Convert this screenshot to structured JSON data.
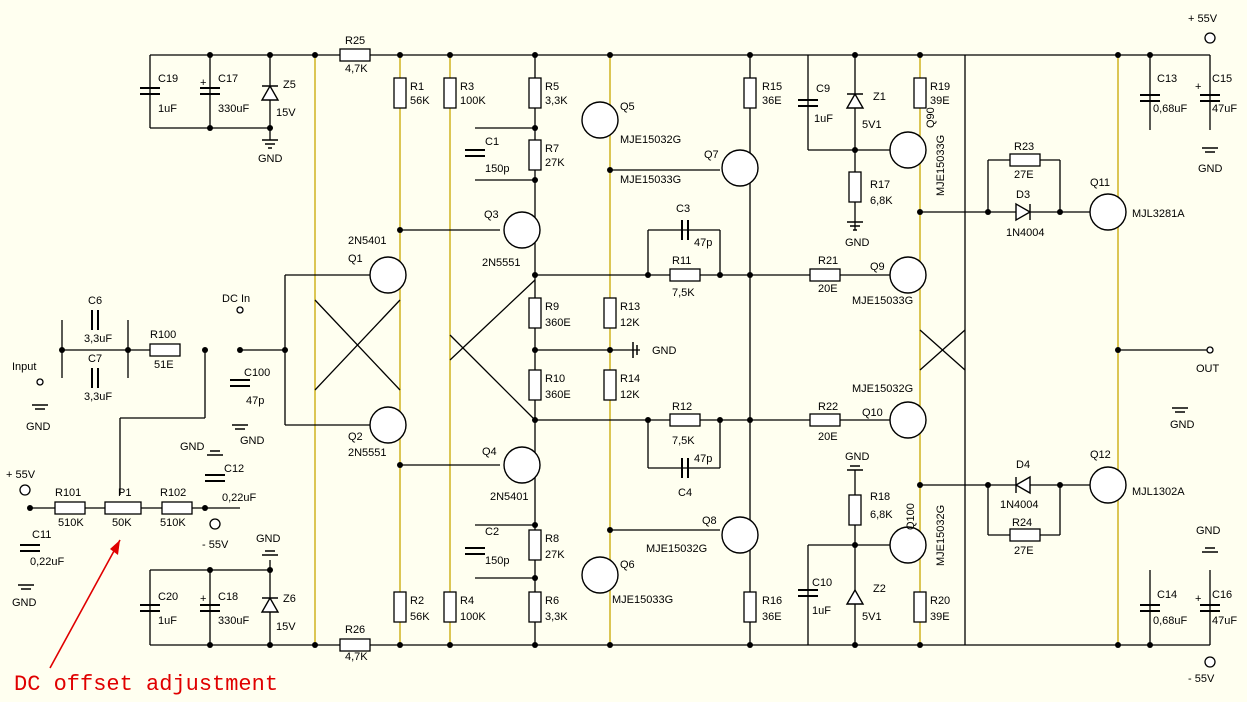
{
  "labels": {
    "R25": "R25",
    "R25v": "4,7K",
    "R26": "R26",
    "R26v": "4,7K",
    "C19": "C19",
    "C19v": "1uF",
    "C17": "C17",
    "C17v": "330uF",
    "Z5": "Z5",
    "Z5v": "15V",
    "gnd": "GND",
    "R1": "R1",
    "R1v": "56K",
    "R3": "R3",
    "R3v": "100K",
    "R5": "R5",
    "R5v": "3,3K",
    "Q5": "Q5",
    "Q5t": "MJE15032G",
    "C1": "C1",
    "C1v": "150p",
    "R7": "R7",
    "R7v": "27K",
    "Q7": "Q7",
    "Q7t": "MJE15033G",
    "R15": "R15",
    "R15v": "36E",
    "C9": "C9",
    "C9v": "1uF",
    "Z1": "Z1",
    "Z1v": "5V1",
    "Q90": "Q90",
    "Q90t": "MJE15033G",
    "R19": "R19",
    "R19v": "39E",
    "R17": "R17",
    "R17v": "6,8K",
    "R23": "R23",
    "R23v": "27E",
    "D3": "D3",
    "D3v": "1N4004",
    "Q11": "Q11",
    "Q11t": "MJL3281A",
    "C13": "C13",
    "C13v": "0,68uF",
    "C15": "C15",
    "C15v": "47uF",
    "p55": "+ 55V",
    "m55": "- 55V",
    "Q3": "Q3",
    "Q3t": "2N5551",
    "Q1t": "2N5401",
    "Q1": "Q1",
    "C3": "C3",
    "C3v": "47p",
    "R11": "R11",
    "R11v": "7,5K",
    "R21": "R21",
    "R21v": "20E",
    "Q9": "Q9",
    "Q9t": "MJE15033G",
    "C6": "C6",
    "C6v": "3,3uF",
    "C7": "C7",
    "C7v": "3,3uF",
    "R100": "R100",
    "R100v": "51E",
    "dcin": "DC In",
    "input": "Input",
    "C100": "C100",
    "C100v": "47p",
    "R9": "R9",
    "R9v": "360E",
    "R13": "R13",
    "R13v": "12K",
    "R10": "R10",
    "R10v": "360E",
    "R14": "R14",
    "R14v": "12K",
    "out": "OUT",
    "Q2": "Q2",
    "Q2t": "2N5551",
    "R12": "R12",
    "R12v": "7,5K",
    "C4": "C4",
    "C4v": "47p",
    "R22": "R22",
    "R22v": "20E",
    "Q10": "Q10",
    "Q10t": "MJE15032G",
    "Q4": "Q4",
    "Q4t": "2N5401",
    "D4": "D4",
    "D4v": "1N4004",
    "Q12": "Q12",
    "Q12t": "MJL1302A",
    "R24": "R24",
    "R24v": "27E",
    "C12": "C12",
    "C12v": "0,22uF",
    "R101": "R101",
    "R101v": "510K",
    "P1": "P1",
    "P1v": "50K",
    "R102": "R102",
    "R102v": "510K",
    "C11": "C11",
    "C11v": "0,22uF",
    "C2": "C2",
    "C2v": "150p",
    "R8": "R8",
    "R8v": "27K",
    "Q8": "Q8",
    "Q8t": "MJE15032G",
    "Q6": "Q6",
    "Q6t": "MJE15033G",
    "R18": "R18",
    "R18v": "6,8K",
    "Q100": "Q100",
    "Q100t": "MJE15032G",
    "C10": "C10",
    "C10v": "1uF",
    "Z2": "Z2",
    "Z2v": "5V1",
    "R20": "R20",
    "R20v": "39E",
    "C20": "C20",
    "C20v": "1uF",
    "C18": "C18",
    "C18v": "330uF",
    "Z6": "Z6",
    "Z6v": "15V",
    "R2": "R2",
    "R2v": "56K",
    "R4": "R4",
    "R4v": "100K",
    "R6": "R6",
    "R6v": "3,3K",
    "R16": "R16",
    "R16v": "36E",
    "C14": "C14",
    "C14v": "0,68uF",
    "C16": "C16",
    "C16v": "47uF",
    "plus": "+"
  },
  "annotation": {
    "text": "DC offset adjustment",
    "color": "#e00000"
  },
  "colors": {
    "background": "#fffff0",
    "wire": "#000000",
    "rail": "#c8a800"
  }
}
